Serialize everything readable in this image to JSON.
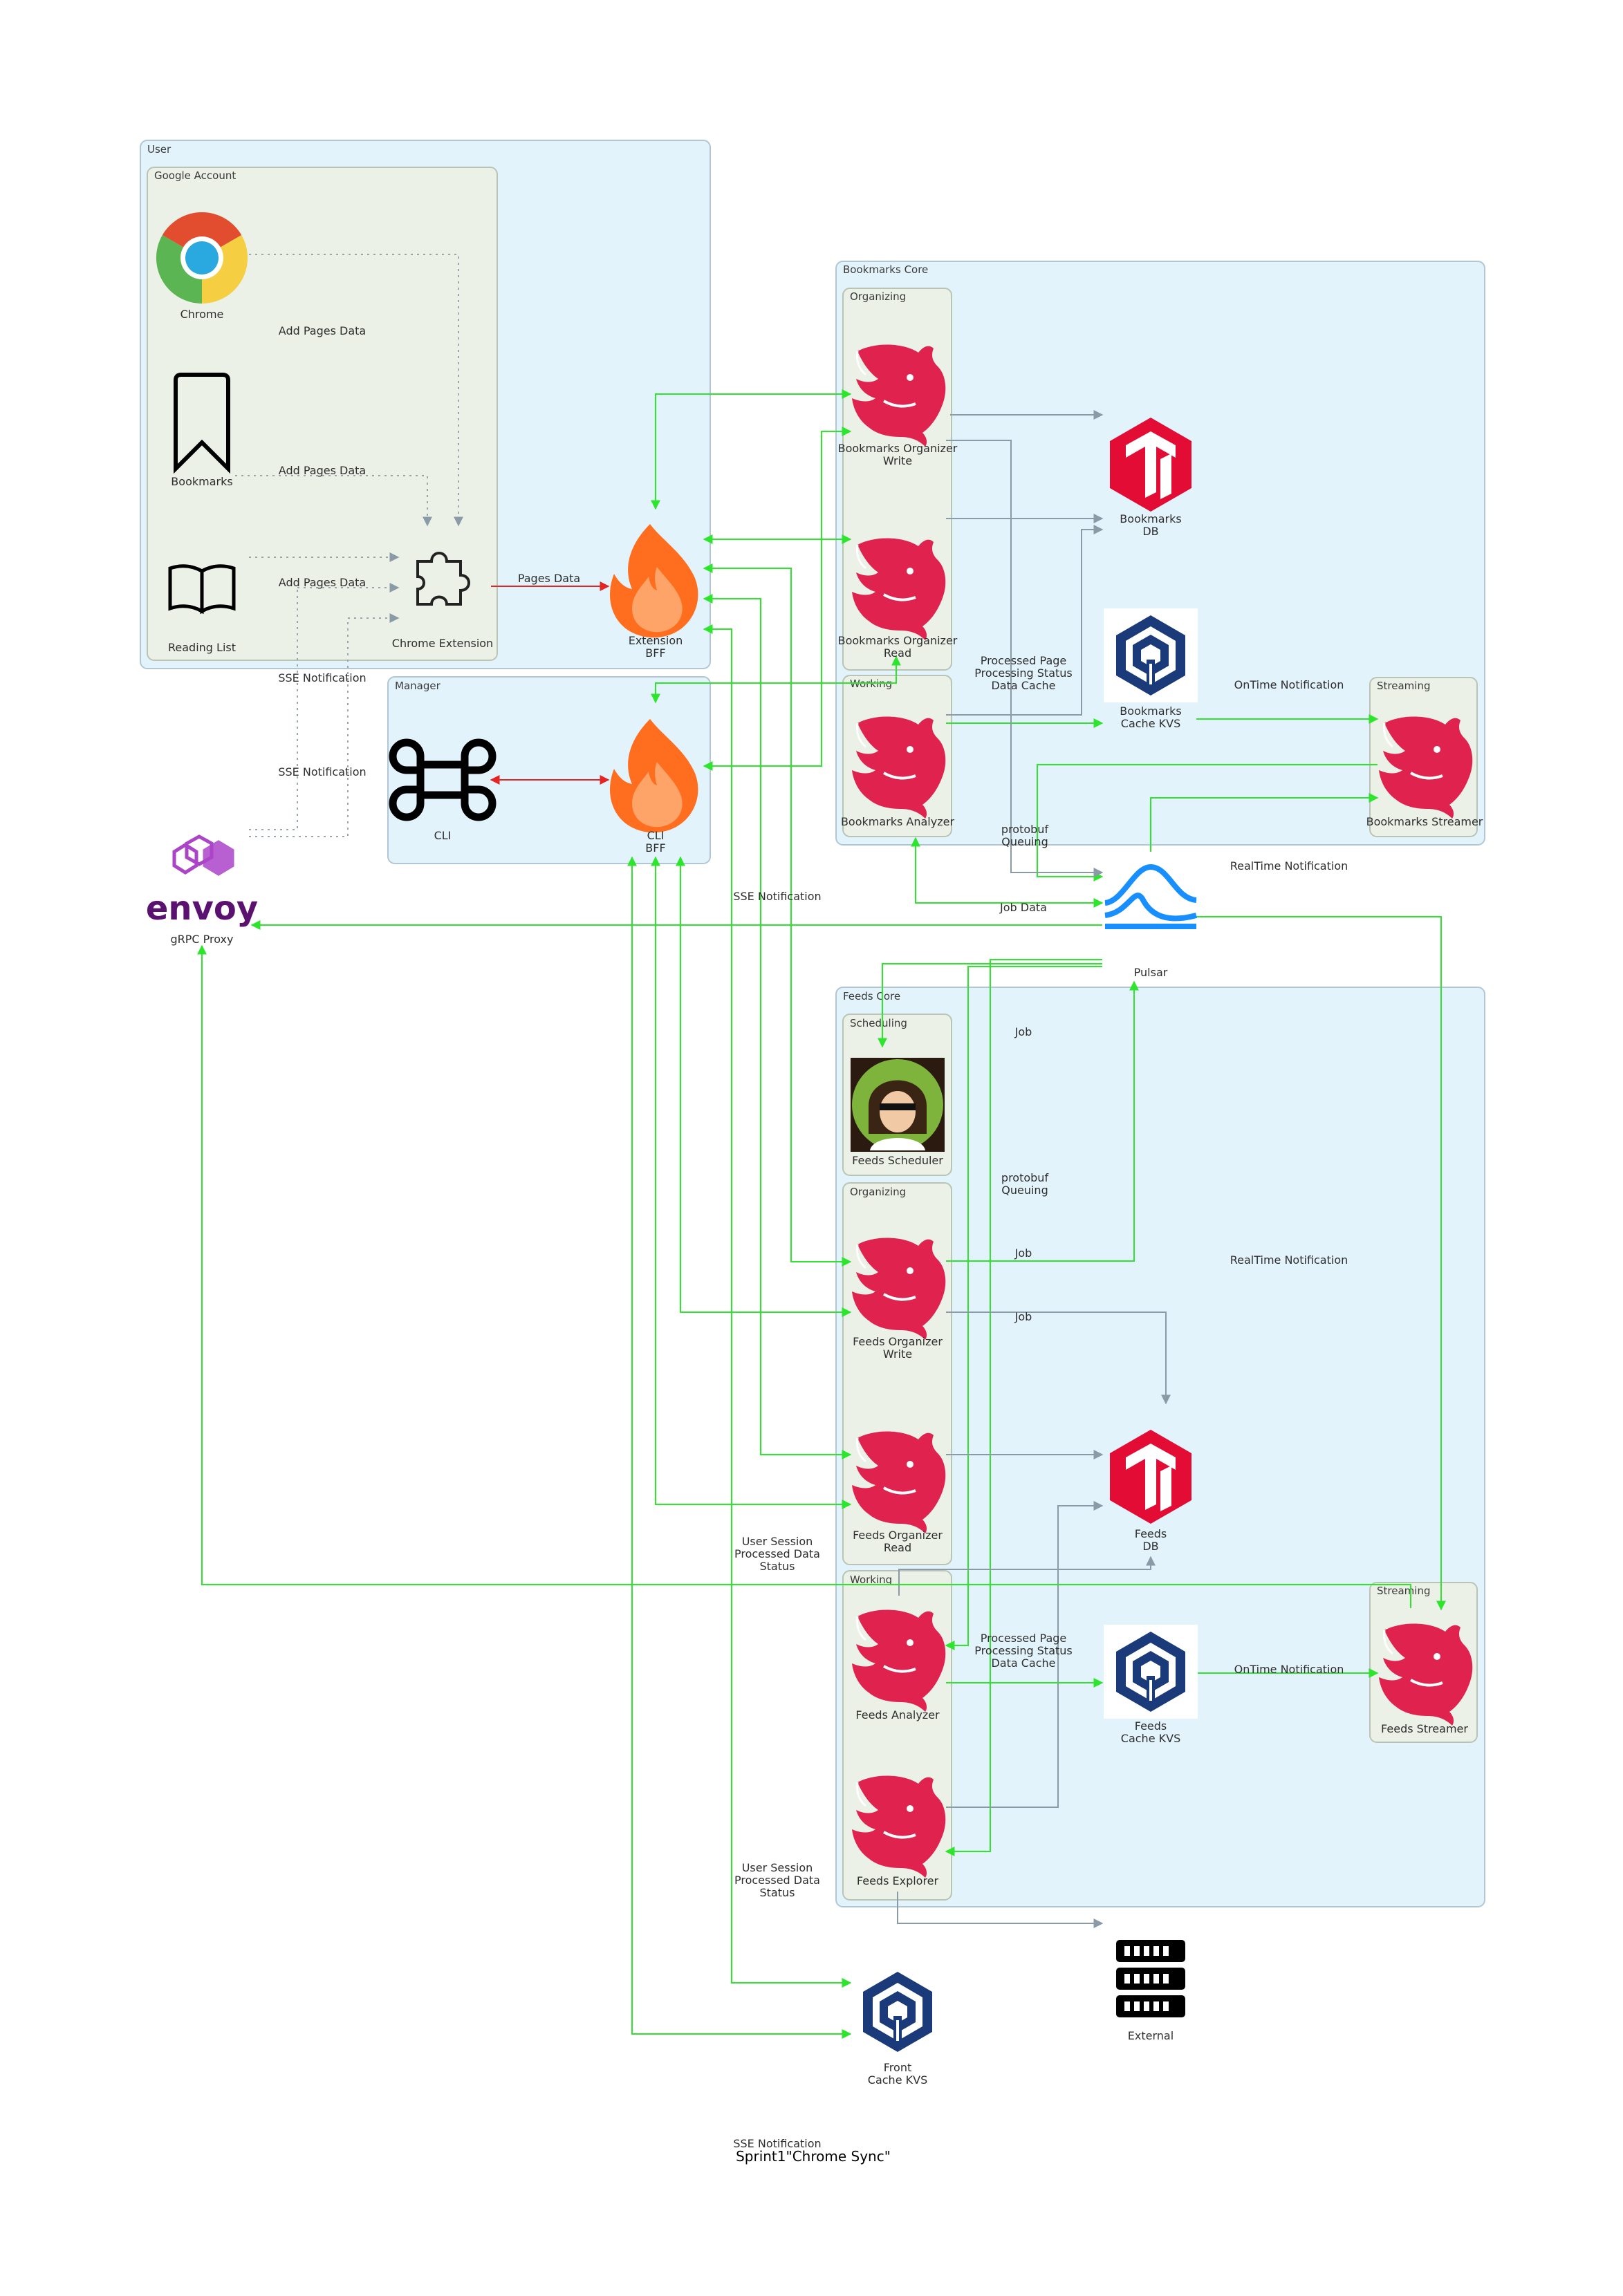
{
  "diagram": {
    "title": "Sprint1\"Chrome Sync\"",
    "clusters": {
      "user": "User",
      "google_account": "Google Account",
      "manager": "Manager",
      "bookmarks_core": "Bookmarks Core",
      "bookmarks_organizing": "Organizing",
      "bookmarks_working": "Working",
      "bookmarks_streaming": "Streaming",
      "feeds_core": "Feeds Core",
      "feeds_scheduling": "Scheduling",
      "feeds_organizing": "Organizing",
      "feeds_working": "Working",
      "feeds_streaming": "Streaming"
    },
    "nodes": {
      "chrome": "Chrome",
      "bookmarks": "Bookmarks",
      "reading_list": "Reading List",
      "chrome_extension": "Chrome Extension",
      "extension_bff": [
        "Extension",
        "BFF"
      ],
      "cli": "CLI",
      "cli_bff": [
        "CLI",
        "BFF"
      ],
      "envoy": "gRPC Proxy",
      "envoy_logo": "envoy",
      "bookmarks_organizer_write": [
        "Bookmarks Organizer",
        "Write"
      ],
      "bookmarks_organizer_read": [
        "Bookmarks Organizer",
        "Read"
      ],
      "bookmarks_analyzer": "Bookmarks Analyzer",
      "bookmarks_db": [
        "Bookmarks",
        "DB"
      ],
      "bookmarks_cache": [
        "Bookmarks",
        "Cache KVS"
      ],
      "bookmarks_streamer": "Bookmarks Streamer",
      "pulsar": "Pulsar",
      "feeds_scheduler": "Feeds Scheduler",
      "feeds_organizer_write": [
        "Feeds Organizer",
        "Write"
      ],
      "feeds_organizer_read": [
        "Feeds Organizer",
        "Read"
      ],
      "feeds_analyzer": "Feeds Analyzer",
      "feeds_explorer": "Feeds Explorer",
      "feeds_db": [
        "Feeds",
        "DB"
      ],
      "feeds_cache": [
        "Feeds",
        "Cache KVS"
      ],
      "feeds_streamer": "Feeds Streamer",
      "front_cache": [
        "Front",
        "Cache KVS"
      ],
      "external": "External"
    },
    "edge_labels": {
      "add_pages_1": "Add Pages Data",
      "add_pages_2": "Add Pages Data",
      "add_pages_3": "Add Pages Data",
      "pages_data": "Pages Data",
      "sse_1": "SSE Notification",
      "sse_2": "SSE Notification",
      "sse_3": "SSE Notification",
      "sse_4": "SSE Notification",
      "processed_page_b": [
        "Processed Page",
        "Processing Status",
        "Data Cache"
      ],
      "ontime_b": "OnTime Notification",
      "protobuf_b": [
        "protobuf",
        "Queuing"
      ],
      "realtime_b": "RealTime Notification",
      "job_data": "Job Data",
      "job_1": "Job",
      "protobuf_f": [
        "protobuf",
        "Queuing"
      ],
      "job_2": "Job",
      "job_3": "Job",
      "realtime_f": "RealTime Notification",
      "user_session_1": [
        "User Session",
        "Processed Data",
        "Status"
      ],
      "processed_page_f": [
        "Processed Page",
        "Processing Status",
        "Data Cache"
      ],
      "ontime_f": "OnTime Notification",
      "user_session_2": [
        "User Session",
        "Processed Data",
        "Status"
      ]
    },
    "colors": {
      "nest": "#e0234e",
      "tidb": "#e30c34",
      "kvs": "#1b3a7a",
      "firebase": "#ff6d1f",
      "pulsar": "#188fff",
      "envoy": "#ac44c9",
      "green_edge": "#2ee52e",
      "gray_edge": "#8a9aa6",
      "red_edge": "#e52424"
    }
  }
}
